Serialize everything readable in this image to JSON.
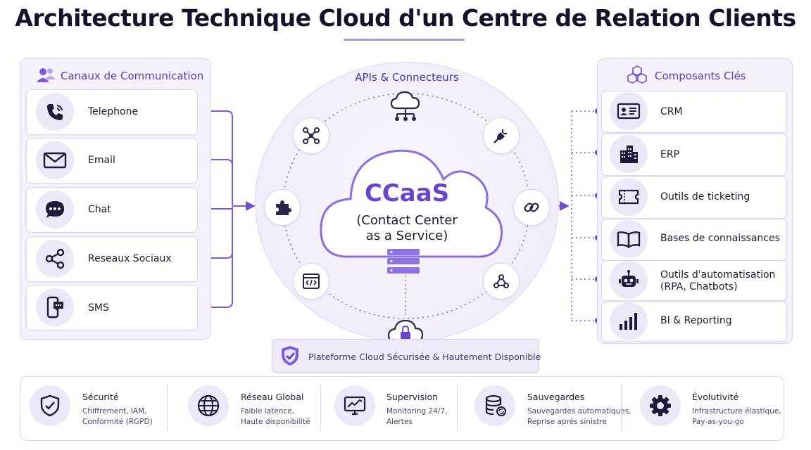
{
  "title": "Architecture Technique Cloud d'un Centre de Relation Clients",
  "colors": {
    "accent": "#6a45c9",
    "panel_bg": "#f5f2fc",
    "icon_bg": "#ece8f7",
    "line": "#7c5cd6"
  },
  "left_panel": {
    "title": "Canaux de Communication",
    "icon": "people-icon",
    "items": [
      {
        "label": "Telephone",
        "icon": "phone-icon"
      },
      {
        "label": "Email",
        "icon": "envelope-icon"
      },
      {
        "label": "Chat",
        "icon": "chat-bubble-icon"
      },
      {
        "label": "Reseaux Sociaux",
        "icon": "share-icon"
      },
      {
        "label": "SMS",
        "icon": "mobile-sms-icon"
      }
    ]
  },
  "center": {
    "apis_title": "APIs & Connecteurs",
    "ccaas": "CCaaS",
    "ccaas_line1": "(Contact Center",
    "ccaas_line2": "as a Service)",
    "nodes": [
      "cloud-network-icon",
      "network-nodes-icon",
      "plug-icon",
      "puzzle-icon",
      "link-icon",
      "code-window-icon",
      "webhook-icon",
      "cloud-lock-icon"
    ]
  },
  "platform": {
    "label": "Plateforme Cloud Sécurisée & Hautement Disponible",
    "icon": "shield-check-icon"
  },
  "right_panel": {
    "title": "Composants Clés",
    "icon": "cubes-icon",
    "items": [
      {
        "label": "CRM",
        "label2": "",
        "icon": "id-card-icon"
      },
      {
        "label": "ERP",
        "label2": "",
        "icon": "buildings-icon"
      },
      {
        "label": "Outils de ticketing",
        "label2": "",
        "icon": "ticket-icon"
      },
      {
        "label": "Bases de connaissances",
        "label2": "",
        "icon": "book-icon"
      },
      {
        "label": "Outils d'automatisation",
        "label2": "(RPA, Chatbots)",
        "icon": "robot-icon"
      },
      {
        "label": "BI & Reporting",
        "label2": "",
        "icon": "bar-chart-icon"
      }
    ]
  },
  "features": [
    {
      "title": "Sécurité",
      "line1": "Chiffrement, IAM,",
      "line2": "Conformité (RGPD)",
      "icon": "shield-check-icon"
    },
    {
      "title": "Réseau Global",
      "line1": "Faible latence,",
      "line2": "Haute disponibilité",
      "icon": "globe-icon"
    },
    {
      "title": "Supervision",
      "line1": "Monitoring 24/7,",
      "line2": "Alertes",
      "icon": "monitor-chart-icon"
    },
    {
      "title": "Sauvegardes",
      "line1": "Sauvegardes automatiques,",
      "line2": "Reprise après sinistre",
      "icon": "database-sync-icon"
    },
    {
      "title": "Évolutivité",
      "line1": "Infrastructure élastique,",
      "line2": "Pay-as-you-go",
      "icon": "gear-icon"
    }
  ]
}
